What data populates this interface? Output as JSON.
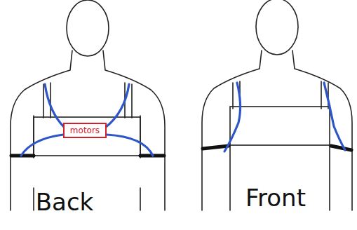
{
  "diagram": {
    "nodes": [
      {
        "text": [
          "motors"
        ]
      }
    ],
    "labels": [
      "Back",
      "Front"
    ]
  }
}
